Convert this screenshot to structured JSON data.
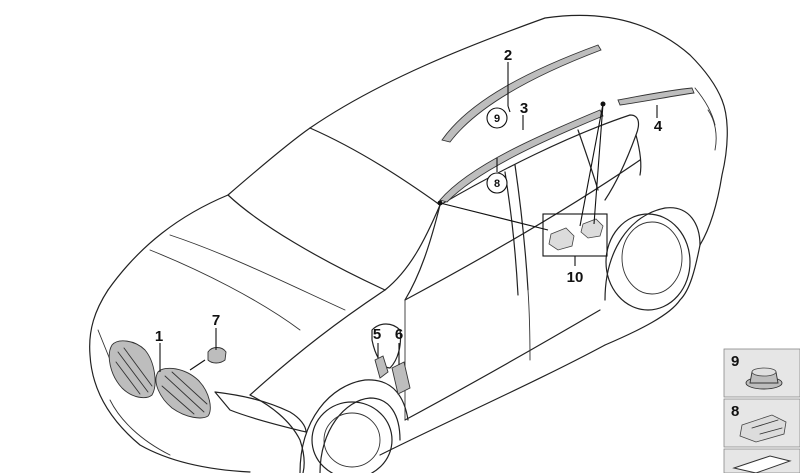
{
  "callouts": {
    "c1": "1",
    "c2": "2",
    "c3": "3",
    "c4": "4",
    "c5": "5",
    "c6": "6",
    "c7": "7",
    "c8_circled": "8",
    "c9_circled": "9",
    "c10": "10"
  },
  "thumbnails": [
    {
      "label": "9"
    },
    {
      "label": "8"
    }
  ],
  "colors": {
    "part_fill": "#bdbdbd",
    "thumb_bg": "#e6e6e6",
    "line": "#222222"
  }
}
